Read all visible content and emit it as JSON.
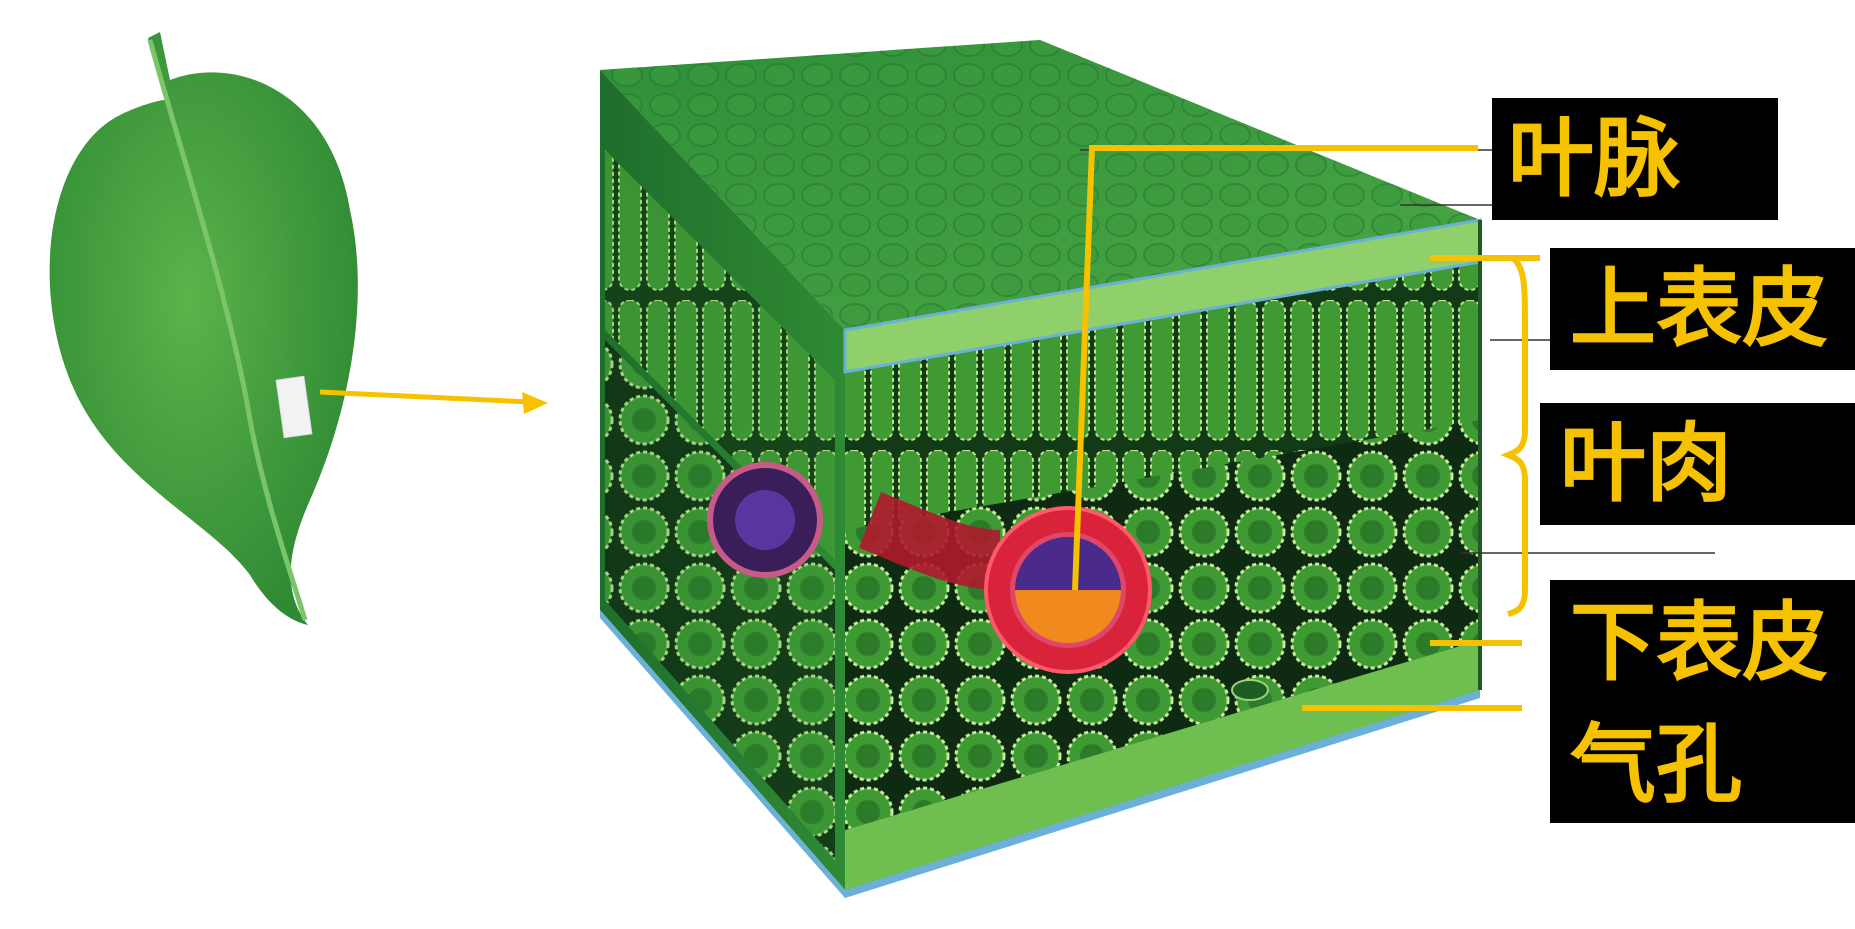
{
  "labels": {
    "vein": "叶脉",
    "upper_epidermis": "上表皮",
    "mesophyll": "叶肉",
    "lower_epidermis": "下表皮",
    "stoma": "气孔"
  },
  "colors": {
    "label_text": "#f6c200",
    "label_background": "#000000",
    "leader_line": "#f6c200",
    "leaf_green": "#3f9a3a",
    "epidermis_green": "#7cc45a",
    "vein_red": "#d8233a",
    "xylem_purple": "#4a2a8a",
    "phloem_orange": "#f08a1e"
  }
}
